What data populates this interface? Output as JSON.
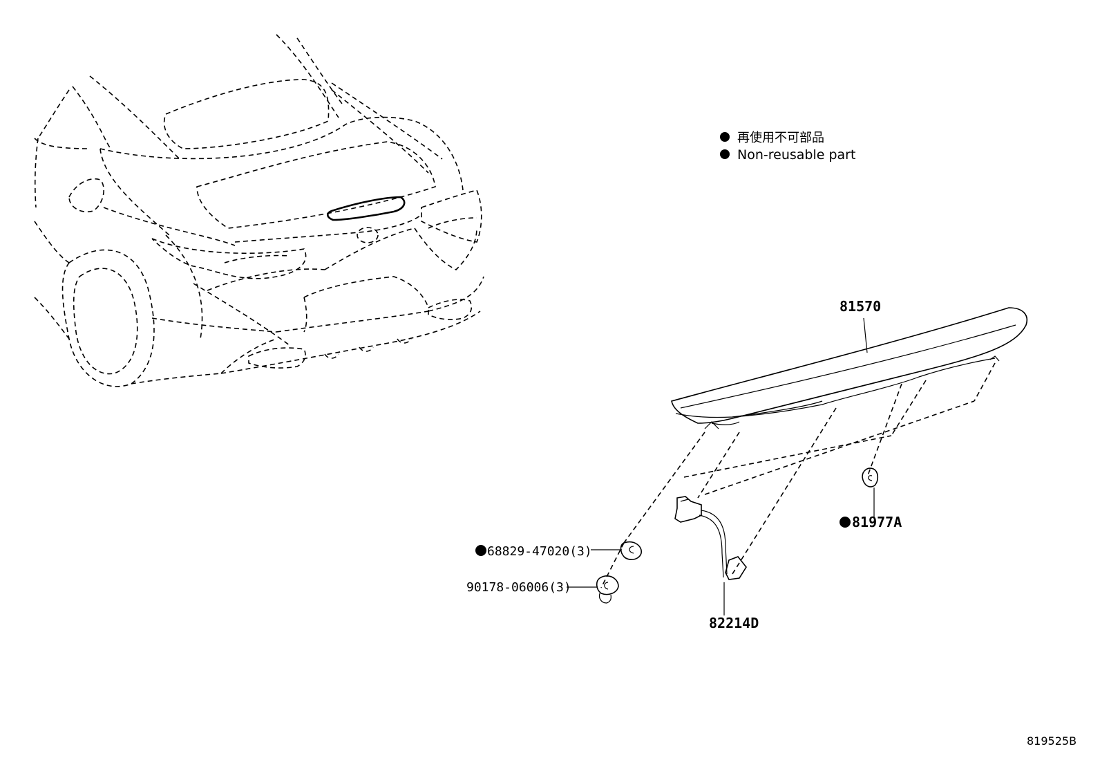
{
  "legend": {
    "japanese": "再使用不可部品",
    "english": "Non-reusable part"
  },
  "parts": {
    "spoiler": "81570",
    "clip_a": "81977A",
    "clip_b": "68829-47020(3)",
    "screw": "90178-06006(3)",
    "harness": "82214D"
  },
  "diagram_id": "819525B"
}
